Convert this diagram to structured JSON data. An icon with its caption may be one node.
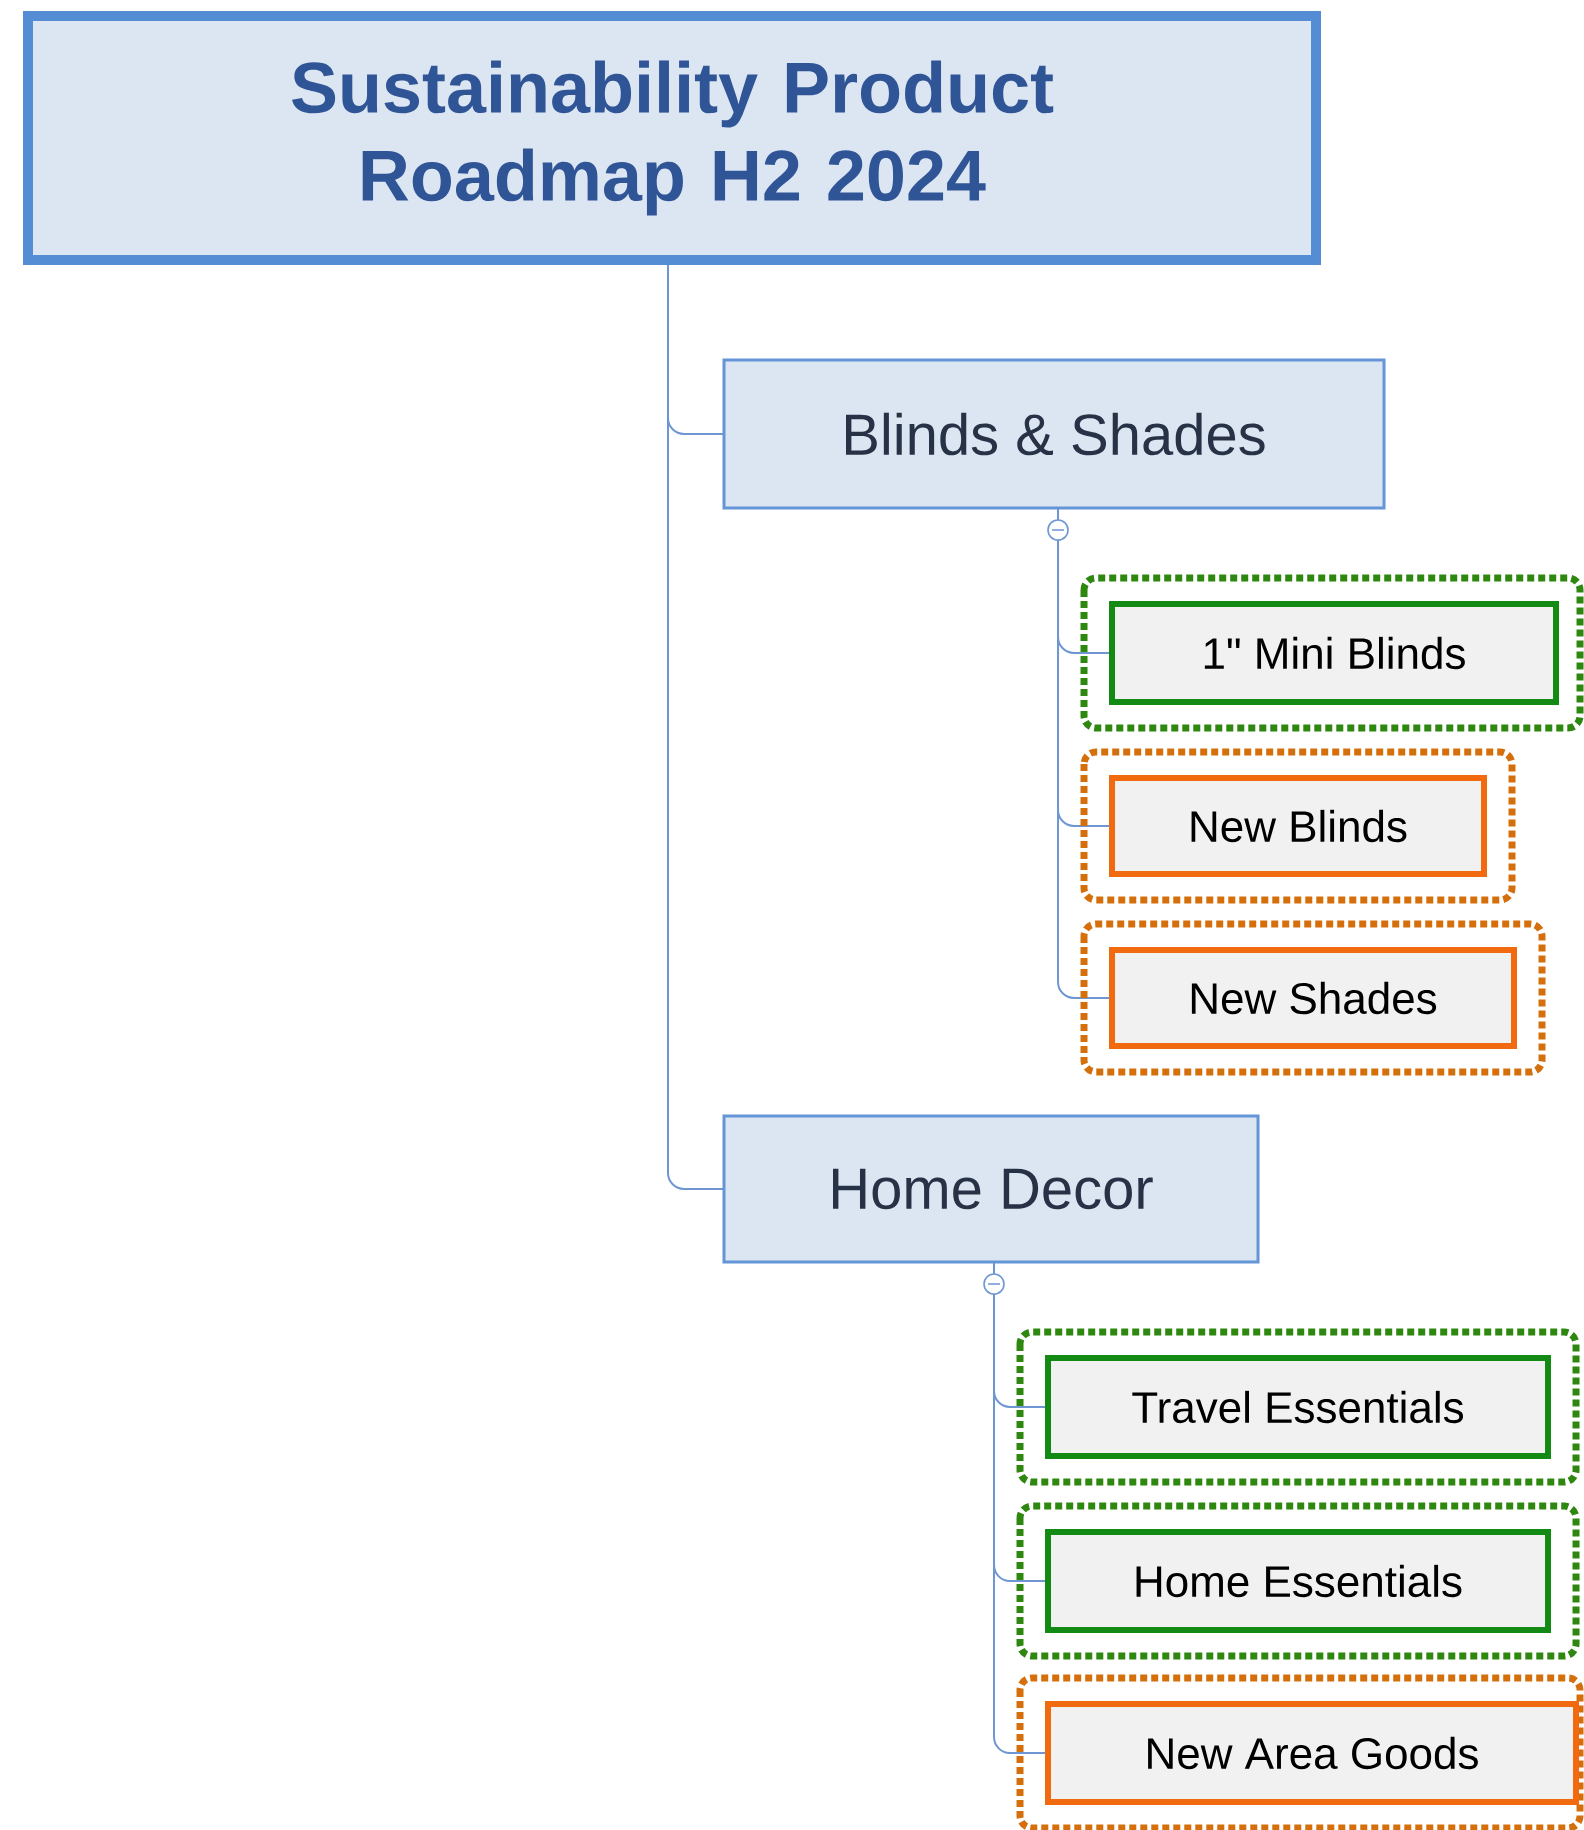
{
  "diagram": {
    "nodes": [
      {
        "text": [
          "Sustainability Product Roadmap H2 2024"
        ]
      },
      {
        "text": [
          "Blinds & Shades"
        ]
      },
      {
        "text": [
          "1\" Mini Blinds"
        ]
      },
      {
        "text": [
          "New Blinds"
        ]
      },
      {
        "text": [
          "New Shades"
        ]
      },
      {
        "text": [
          "Home Decor"
        ]
      },
      {
        "text": [
          "Travel Essentials"
        ]
      },
      {
        "text": [
          "Home Essentials"
        ]
      },
      {
        "text": [
          "New Area Goods"
        ]
      }
    ],
    "edges": [
      {
        "from": 0,
        "to": 1,
        "arrow": "none"
      },
      {
        "from": 1,
        "to": 2,
        "arrow": "none"
      },
      {
        "from": 1,
        "to": 3,
        "arrow": "none"
      },
      {
        "from": 1,
        "to": 4,
        "arrow": "none"
      },
      {
        "from": 0,
        "to": 5,
        "arrow": "none"
      },
      {
        "from": 5,
        "to": 6,
        "arrow": "none"
      },
      {
        "from": 5,
        "to": 7,
        "arrow": "none"
      },
      {
        "from": 5,
        "to": 8,
        "arrow": "none"
      }
    ]
  }
}
